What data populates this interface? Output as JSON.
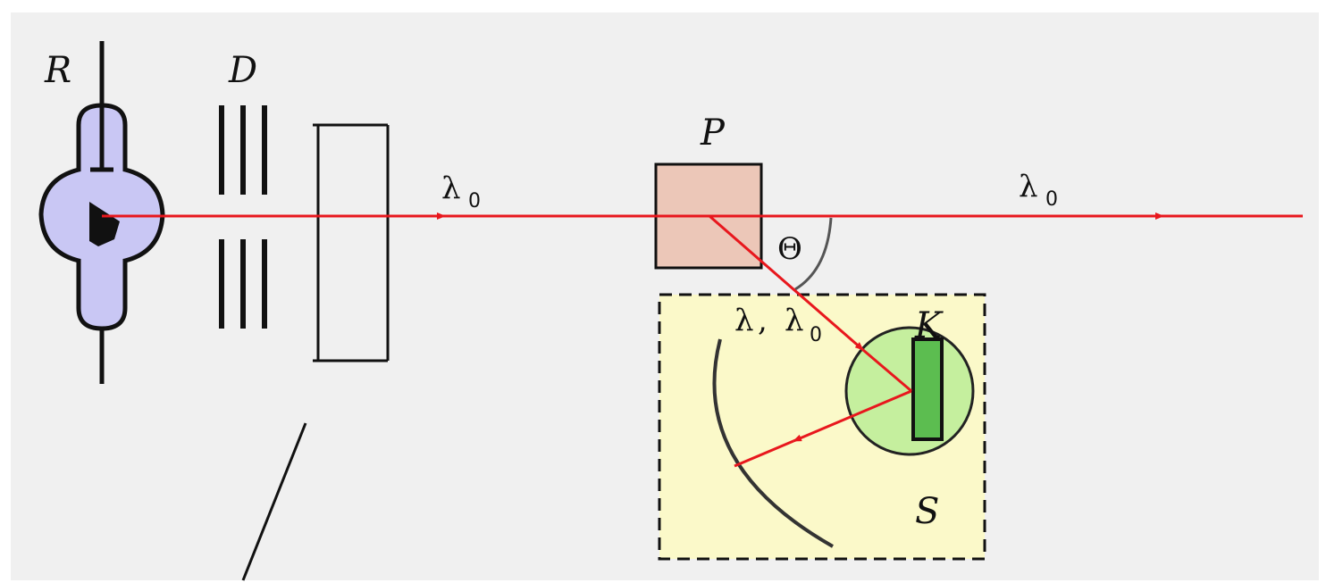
{
  "labels": {
    "tube": "R",
    "diaphragms": "D",
    "scatterer": "P",
    "crystal": "K",
    "spectrometer": "S",
    "angle": "Θ",
    "lambda": "λ",
    "zero": "0",
    "comma": ","
  },
  "colors": {
    "beam": "#e8171d",
    "background": "#f0f0f0",
    "tube_fill": "#c9c7f4",
    "scatterer_fill": "#ecc7b8",
    "spectrometer_fill": "#fbf9c9",
    "crystal_halo": "#c5ef9e",
    "crystal_fill": "#5cbd50"
  }
}
